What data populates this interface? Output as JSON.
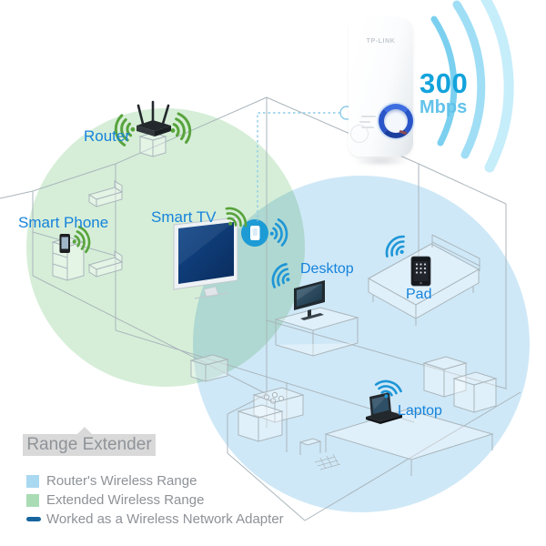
{
  "scene": {
    "product": {
      "brand": "TP-LINK",
      "speed_value": "300",
      "speed_unit": "Mbps"
    },
    "labels": {
      "router": "Router",
      "smart_phone": "Smart Phone",
      "smart_tv": "Smart TV",
      "desktop": "Desktop",
      "pad": "Pad",
      "laptop": "Laptop"
    },
    "title": "Range Extender",
    "legend": {
      "items": [
        {
          "label": "Router's Wireless Range",
          "color": "#a9d8f1"
        },
        {
          "label": "Extended Wireless Range",
          "color": "#a9dcb5"
        },
        {
          "label": "Worked as a Wireless Network Adapter",
          "color": "#17659e"
        }
      ]
    },
    "colors": {
      "label_blue": "#1683db",
      "router_range_fill": "#cfe8f7",
      "extended_range_fill": "#d6eed8",
      "wifi_green": "#58a33c",
      "wifi_blue": "#1e96d6",
      "extender_badge": "#1d9bd5",
      "speed_value_color": "#13a3dc",
      "speed_unit_color": "#62c3ea"
    }
  }
}
